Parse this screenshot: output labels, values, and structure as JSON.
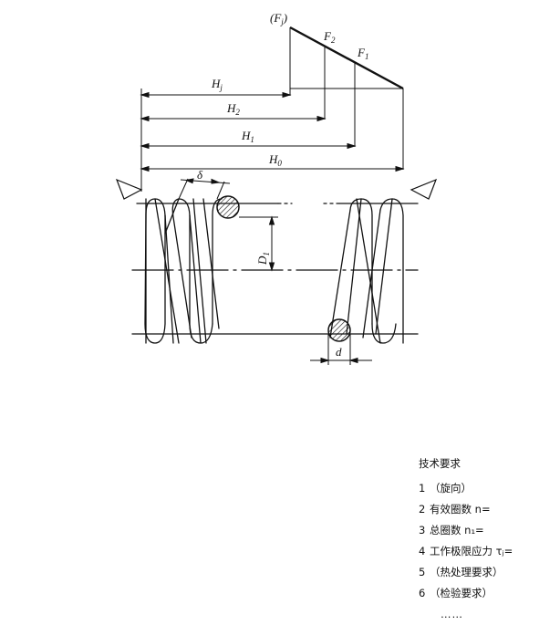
{
  "labels": {
    "Fj": "(F",
    "Fj_sub": "j",
    "Fj_close": ")",
    "F2": "F",
    "F2_sub": "2",
    "F1": "F",
    "F1_sub": "1",
    "Hj": "H",
    "Hj_sub": "j",
    "H2": "H",
    "H2_sub": "2",
    "H1": "H",
    "H1_sub": "1",
    "H0": "H",
    "H0_sub": "0",
    "delta": "δ",
    "D1": "D",
    "D1_sub": "1",
    "d": "d"
  },
  "tech": {
    "title": "技术要求",
    "items": [
      {
        "num": "1",
        "text": "（旋向）"
      },
      {
        "num": "2",
        "text": "有效圈数 n="
      },
      {
        "num": "3",
        "text": "总圈数 n₁="
      },
      {
        "num": "4",
        "text": "工作极限应力 τⱼ="
      },
      {
        "num": "5",
        "text": "（热处理要求）"
      },
      {
        "num": "6",
        "text": "（检验要求）"
      }
    ],
    "ellipsis": "……"
  }
}
